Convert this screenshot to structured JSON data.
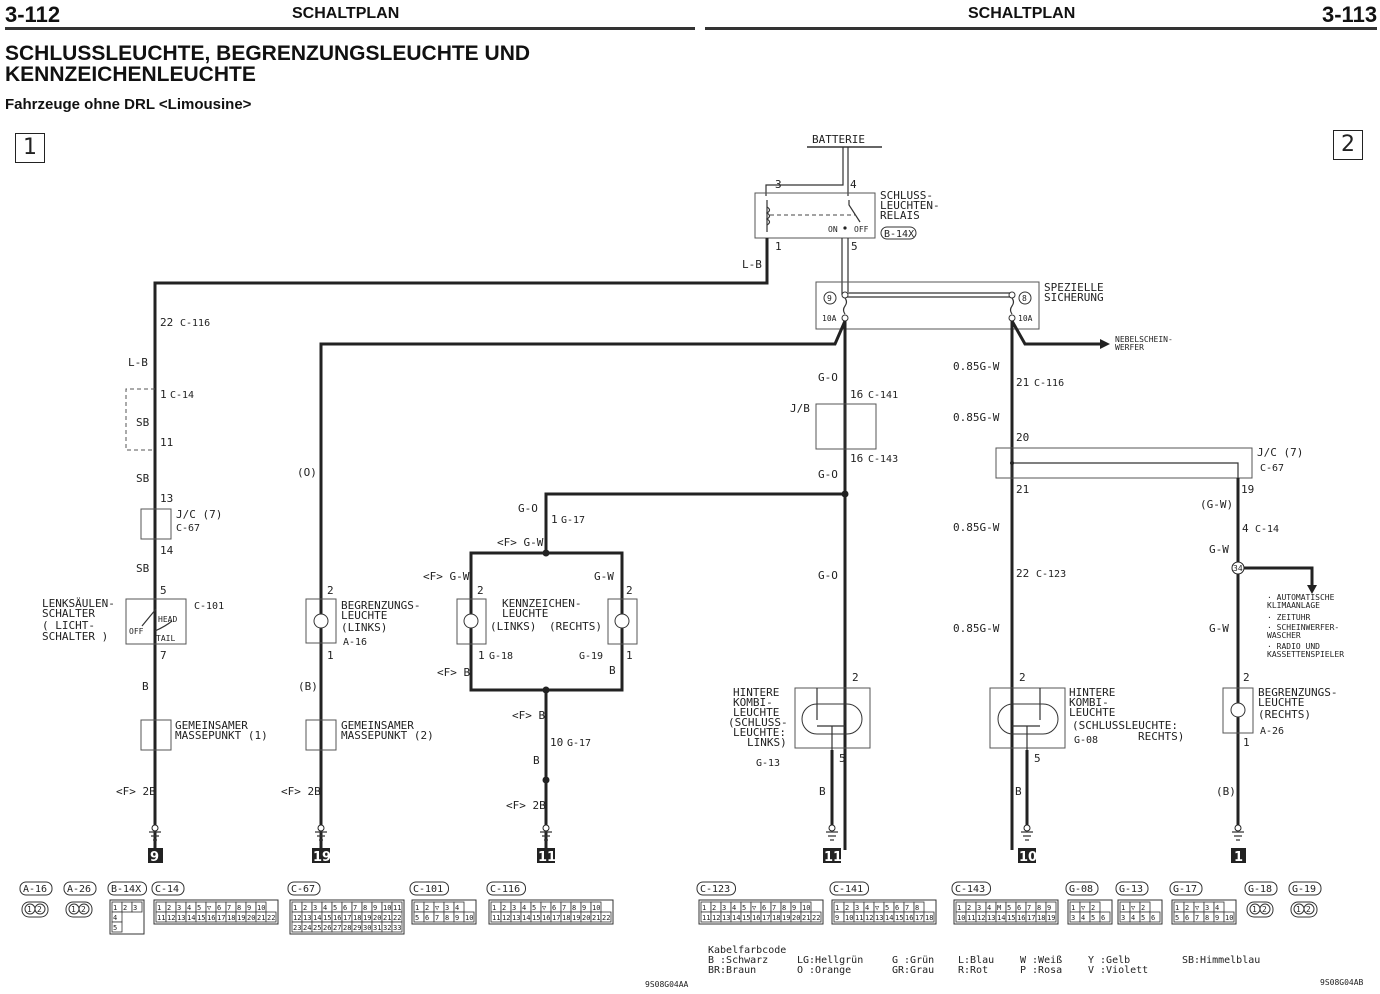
{
  "header": {
    "page_left": "3-112",
    "page_right": "3-113",
    "section_left": "SCHALTPLAN",
    "section_right": "SCHALTPLAN",
    "title_line1": "SCHLUSSLEUCHTE, BEGRENZUNGSLEUCHTE UND",
    "title_line2": "KENNZEICHENLEUCHTE",
    "subtitle": "Fahrzeuge ohne DRL <Limousine>",
    "sheet_left": "1",
    "sheet_right": "2"
  },
  "diagram": {
    "battery": "BATTERIE",
    "relay": {
      "l1": "SCHLUSS-",
      "l2": "LEUCHTEN-",
      "l3": "RELAIS",
      "conn": "B-14X",
      "pin3": "3",
      "pin4": "4",
      "pin1": "1",
      "pin5": "5",
      "on": "ON",
      "off": "OFF"
    },
    "fuse": {
      "l1": "SPEZIELLE",
      "l2": "SICHERUNG",
      "f9": "9",
      "f8": "8",
      "a9": "10A",
      "a8": "10A"
    },
    "fog": {
      "l1": "NEBELSCHEIN-",
      "l2": "WERFER"
    },
    "wire_lb_top": "L-B",
    "col1": {
      "c116_pin": "22",
      "c116": "C-116",
      "wire1": "L-B",
      "c14_pin": "1",
      "c14": "C-14",
      "sb1": "SB",
      "pin11": "11",
      "sb2": "SB",
      "pin13": "13",
      "jc": "J/C (7)",
      "c67": "C-67",
      "pin14": "14",
      "sb3": "SB",
      "pin5": "5",
      "switch_l1": "LENKSÄULEN-",
      "switch_l2": "SCHALTER",
      "switch_l3": "( LICHT-",
      "switch_l4": " SCHALTER )",
      "c101": "C-101",
      "head": "HEAD",
      "tail": "TAIL",
      "off": "OFF",
      "pin7": "7",
      "wireB": "B",
      "mass_l1": "GEMEINSAMER",
      "mass_l2": "MASSEPUNKT (1)",
      "wire_f2b": "<F> 2B",
      "ground": "9"
    },
    "col2": {
      "wireO": "(O)",
      "pin2": "2",
      "lamp_l1": "BEGRENZUNGS-",
      "lamp_l2": "LEUCHTE",
      "lamp_l3": "(LINKS)",
      "a16": "A-16",
      "pin1": "1",
      "wireB": "(B)",
      "mass_l1": "GEMEINSAMER",
      "mass_l2": "MASSEPUNKT (2)",
      "wire_f2b": "<F> 2B",
      "ground": "19"
    },
    "col3": {
      "wireGO": "G-O",
      "g17_pin": "1",
      "g17": "G-17",
      "wire_fgw": "<F> G-W",
      "left_fgw": "<F> G-W",
      "right_gw": "G-W",
      "lpin2": "2",
      "rpin2": "2",
      "lamp_l1": "KENNZEICHEN-",
      "lamp_l2": "LEUCHTE",
      "links": "(LINKS)",
      "rechts": "(RECHTS)",
      "lpin1": "1",
      "g18": "G-18",
      "g19": "G-19",
      "rpin1": "1",
      "left_fb": "<F> B",
      "right_b": "B",
      "bottom_fb": "<F> B",
      "g17b_pin": "10",
      "g17b": "G-17",
      "wireB": "B",
      "wire_f2b": "<F> 2B",
      "ground": "11"
    },
    "col4": {
      "wireGO1": "G-O",
      "c141_pin": "16",
      "c141": "C-141",
      "jb": "J/B",
      "c143_pin": "16",
      "c143": "C-143",
      "wireGO2": "G-O",
      "wireGO3": "G-O",
      "pin2": "2",
      "lamp_l1": "HINTERE",
      "lamp_l2": "KOMBI-",
      "lamp_l3": "LEUCHTE",
      "lamp_l4": "(SCHLUSS-",
      "lamp_l5": "LEUCHTE:",
      "lamp_l6": "LINKS)",
      "g13": "G-13",
      "pin5": "5",
      "wireB": "B",
      "ground": "11"
    },
    "col5": {
      "w1": "0.85G-W",
      "c116_pin": "21",
      "c116": "C-116",
      "w2": "0.85G-W",
      "pin20": "20",
      "pin21": "21",
      "w3": "0.85G-W",
      "c123_pin": "22",
      "c123": "C-123",
      "w4": "0.85G-W",
      "pin2": "2",
      "lamp_l1": "HINTERE",
      "lamp_l2": "KOMBI-",
      "lamp_l3": "LEUCHTE",
      "lamp_l4": "(SCHLUSSLEUCHTE:",
      "lamp_l5": "RECHTS)",
      "g08": "G-08",
      "pin5": "5",
      "wireB": "B",
      "ground": "10"
    },
    "col6": {
      "jc": "J/C (7)",
      "c67": "C-67",
      "pin19": "19",
      "wire_gw1": "(G-W)",
      "c14_pin": "4",
      "c14": "C-14",
      "wire_gw2": "G-W",
      "splice": "34",
      "wire_gw3": "G-W",
      "pin2": "2",
      "lamp_l1": "BEGRENZUNGS-",
      "lamp_l2": "LEUCHTE",
      "lamp_l3": "(RECHTS)",
      "a26": "A-26",
      "pin1": "1",
      "wireB": "(B)",
      "ground": "1",
      "dest": [
        "· AUTOMATISCHE",
        "  KLIMAANLAGE",
        "· ZEITUHR",
        "· SCHEINWERFER-",
        "  WASCHER",
        "· RADIO UND",
        "  KASSETTENSPIELER"
      ]
    }
  },
  "connectors": [
    {
      "id": "A-16",
      "type": "2pin"
    },
    {
      "id": "A-26",
      "type": "2pin"
    },
    {
      "id": "B-14X",
      "rows": [
        [
          "1",
          "2",
          "3"
        ],
        [
          "4"
        ],
        [
          "5"
        ]
      ]
    },
    {
      "id": "C-14",
      "rows": [
        [
          "1",
          "2",
          "3",
          "4",
          "5",
          "▽",
          "6",
          "7",
          "8",
          "9",
          "10"
        ],
        [
          "11",
          "12",
          "13",
          "14",
          "15",
          "16",
          "17",
          "18",
          "19",
          "20",
          "21",
          "22"
        ]
      ]
    },
    {
      "id": "C-67",
      "rows": [
        [
          "1",
          "2",
          "3",
          "4",
          "5",
          "6",
          "7",
          "8",
          "9",
          "10",
          "11"
        ],
        [
          "12",
          "13",
          "14",
          "15",
          "16",
          "17",
          "18",
          "19",
          "20",
          "21",
          "22"
        ],
        [
          "23",
          "24",
          "25",
          "26",
          "27",
          "28",
          "29",
          "30",
          "31",
          "32",
          "33"
        ]
      ]
    },
    {
      "id": "C-101",
      "rows": [
        [
          "1",
          "2",
          "▽",
          "3",
          "4"
        ],
        [
          "5",
          "6",
          "7",
          "8",
          "9",
          "10"
        ]
      ]
    },
    {
      "id": "C-116",
      "rows": [
        [
          "1",
          "2",
          "3",
          "4",
          "5",
          "▽",
          "6",
          "7",
          "8",
          "9",
          "10"
        ],
        [
          "11",
          "12",
          "13",
          "14",
          "15",
          "16",
          "17",
          "18",
          "19",
          "20",
          "21",
          "22"
        ]
      ]
    },
    {
      "id": "C-123",
      "rows": [
        [
          "1",
          "2",
          "3",
          "4",
          "5",
          "▽",
          "6",
          "7",
          "8",
          "9",
          "10"
        ],
        [
          "11",
          "12",
          "13",
          "14",
          "15",
          "16",
          "17",
          "18",
          "19",
          "20",
          "21",
          "22"
        ]
      ]
    },
    {
      "id": "C-141",
      "rows": [
        [
          "1",
          "2",
          "3",
          "4",
          "▽",
          "5",
          "6",
          "7",
          "8"
        ],
        [
          "9",
          "10",
          "11",
          "12",
          "13",
          "14",
          "15",
          "16",
          "17",
          "18"
        ]
      ]
    },
    {
      "id": "C-143",
      "rows": [
        [
          "1",
          "2",
          "3",
          "4",
          "M",
          "5",
          "6",
          "7",
          "8",
          "9"
        ],
        [
          "10",
          "11",
          "12",
          "13",
          "14",
          "15",
          "16",
          "17",
          "18",
          "19"
        ]
      ]
    },
    {
      "id": "G-08",
      "rows": [
        [
          "1",
          "▽",
          "2"
        ],
        [
          "3",
          "4",
          "5",
          "6"
        ]
      ]
    },
    {
      "id": "G-13",
      "rows": [
        [
          "1",
          "▽",
          "2"
        ],
        [
          "3",
          "4",
          "5",
          "6"
        ]
      ]
    },
    {
      "id": "G-17",
      "rows": [
        [
          "1",
          "2",
          "▽",
          "3",
          "4"
        ],
        [
          "5",
          "6",
          "7",
          "8",
          "9",
          "10"
        ]
      ]
    },
    {
      "id": "G-18",
      "type": "2pin"
    },
    {
      "id": "G-19",
      "type": "2pin"
    }
  ],
  "color_code": {
    "title": "Kabelfarbcode",
    "entries": [
      "B :Schwarz",
      "BR:Braun",
      "LG:Hellgrün",
      "O :Orange",
      "G :Grün",
      "GR:Grau",
      "L:Blau",
      "R:Rot",
      "W :Weiß",
      "P :Rosa",
      "Y :Gelb",
      "V :Violett",
      "SB:Himmelblau"
    ]
  },
  "footer": {
    "code_left": "9S08G04AA",
    "code_right": "9S08G04AB"
  }
}
